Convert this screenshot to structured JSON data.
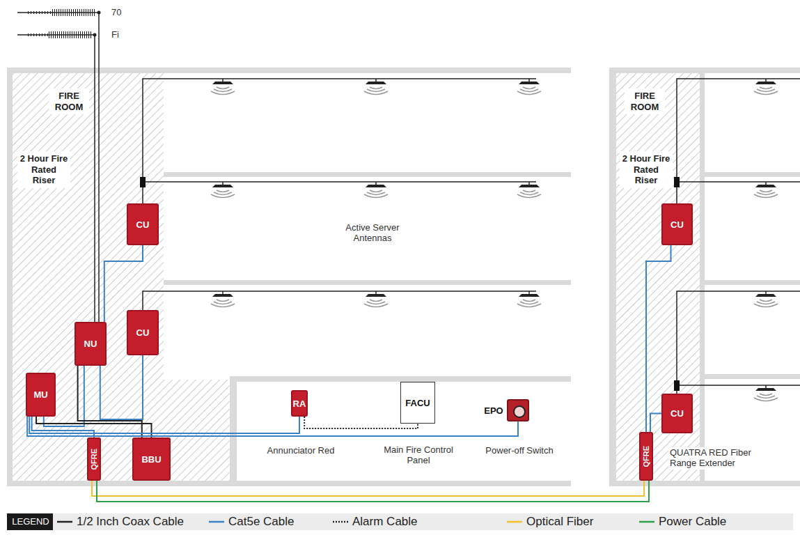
{
  "diagram": {
    "nodes": [
      {
        "text": [
          "FIRE ROOM",
          "2 Hour Fire Rated Riser"
        ]
      },
      {
        "text": [
          "CU"
        ],
        "in": 0
      },
      {
        "text": [
          "NU"
        ],
        "in": 0
      },
      {
        "text": [
          "CU"
        ],
        "in": 0
      },
      {
        "text": [
          "MU"
        ],
        "in": 0
      },
      {
        "text": [
          "QFRE"
        ],
        "in": 0
      },
      {
        "text": [
          "BBU"
        ],
        "in": 0
      },
      {
        "text": [
          "RA",
          "Annunciator Red"
        ]
      },
      {
        "text": [
          "FACU",
          "Main Fire Control Panel"
        ]
      },
      {
        "text": [
          "EPO",
          "Power-off Switch"
        ]
      },
      {
        "text": [
          "FIRE ROOM",
          "2 Hour Fire Rated Riser"
        ]
      },
      {
        "text": [
          "CU"
        ],
        "in": 10
      },
      {
        "text": [
          "CU"
        ],
        "in": 10
      },
      {
        "text": [
          "QFRE",
          "QUATRA RED Fiber Range Extender"
        ],
        "in": 10
      }
    ],
    "edges": [
      {
        "from": 2,
        "to": 1,
        "arrow": "none"
      },
      {
        "from": 2,
        "to": 3,
        "arrow": "none"
      },
      {
        "from": 4,
        "to": 2,
        "arrow": "none"
      },
      {
        "from": 4,
        "to": 6,
        "arrow": "none"
      },
      {
        "from": 2,
        "to": 6,
        "arrow": "none"
      },
      {
        "from": 4,
        "to": 5,
        "arrow": "none"
      },
      {
        "from": 4,
        "to": 7,
        "arrow": "none"
      },
      {
        "from": 4,
        "to": 9,
        "arrow": "none"
      },
      {
        "from": 7,
        "to": 8,
        "arrow": "none"
      },
      {
        "from": 5,
        "to": 13,
        "arrow": "none"
      },
      {
        "from": 5,
        "to": 13,
        "arrow": "none"
      },
      {
        "from": 13,
        "to": 11,
        "arrow": "none"
      },
      {
        "from": 13,
        "to": 12,
        "arrow": "none"
      }
    ],
    "labels": [
      "70",
      "Fi",
      "Active Server Antennas",
      "LEGEND"
    ],
    "legend": [
      {
        "text": "1/2 Inch Coax Cable",
        "color": "#222222"
      },
      {
        "text": "Cat5e Cable",
        "color": "#3b82c4"
      },
      {
        "text": "Alarm Cable"
      },
      {
        "text": "Optical Fiber",
        "color": "#f2c12e"
      },
      {
        "text": "Power Cable",
        "color": "#2e9e48"
      }
    ]
  }
}
